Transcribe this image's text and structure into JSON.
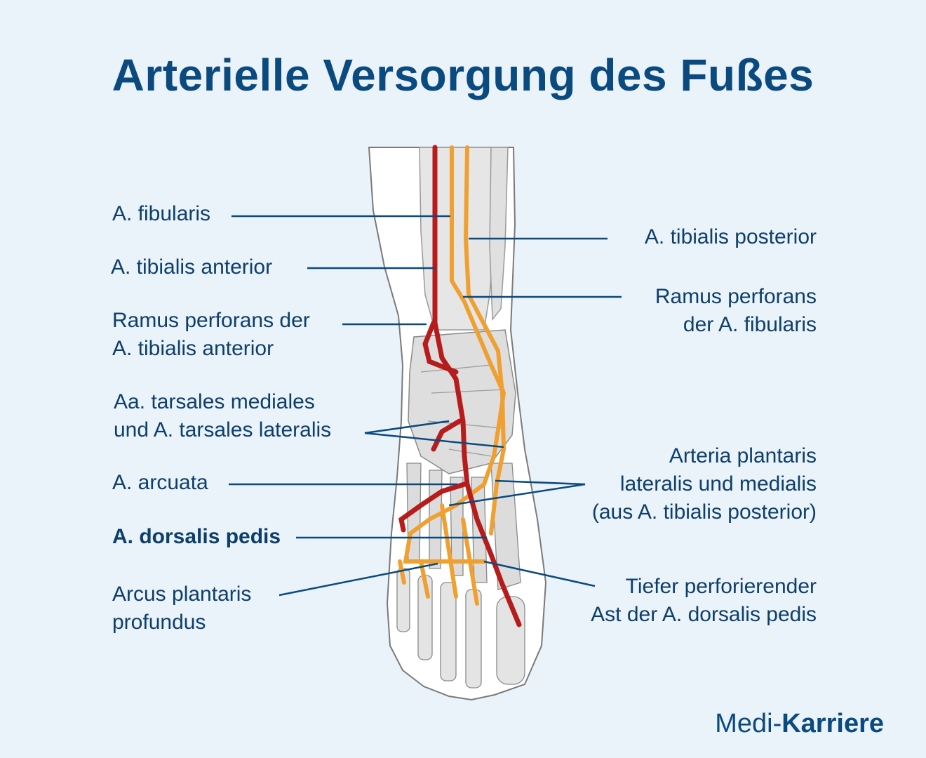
{
  "title": "Arterielle Versorgung des Fußes",
  "labels_left": {
    "fibularis": "A. fibularis",
    "tibialis_anterior": "A. tibialis anterior",
    "ramus_perforans_ant": [
      "Ramus perforans der",
      "A. tibialis anterior"
    ],
    "tarsales": [
      "Aa. tarsales mediales",
      "und A. tarsales lateralis"
    ],
    "arcuata": "A. arcuata",
    "dorsalis_pedis": "A. dorsalis pedis",
    "arcus_plantaris": [
      "Arcus plantaris",
      "profundus"
    ]
  },
  "labels_right": {
    "tibialis_posterior": "A. tibialis posterior",
    "ramus_perforans_fib": [
      "Ramus perforans",
      "der A. fibularis"
    ],
    "plantaris": [
      "Arteria plantaris",
      "lateralis und medialis",
      "(aus A. tibialis posterior)"
    ],
    "tiefer_ast": [
      "Tiefer perforierender",
      "Ast der A. dorsalis pedis"
    ]
  },
  "logo": {
    "part1": "Medi-",
    "part2": "Karriere"
  },
  "colors": {
    "background": "#eaf2fa",
    "title": "#0b4a7e",
    "label_text": "#0d3f6b",
    "leader_line": "#0b4a7e",
    "artery_red": "#b71c1c",
    "artery_orange": "#f0a030",
    "bone_fill": "#dedede",
    "skin_fill": "#ffffff"
  }
}
